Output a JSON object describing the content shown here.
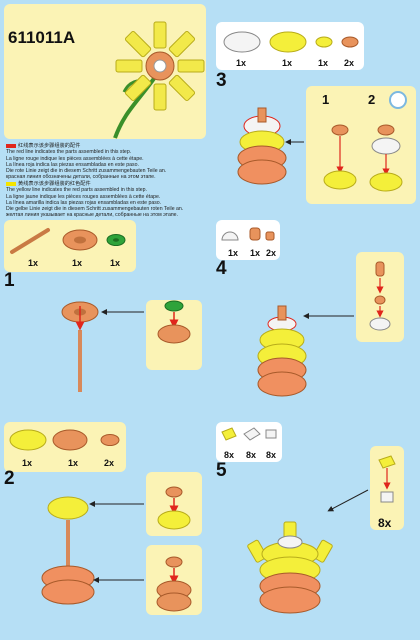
{
  "header": {
    "set_number": "611011A"
  },
  "legend": {
    "red_swatch_color": "#e0261c",
    "yellow_swatch_color": "#f5e400",
    "red_lines": [
      "红线表示该步骤组装的配件",
      "The red line indicates the parts assembled in this step.",
      "La ligne rouge indique les pièces assemblées à cette étape.",
      "La línea roja indica las piezas ensambladas en este paso.",
      "Die rote Linie zeigt die in diesem Schritt zusammengebauten Teile an.",
      "красная линия обозначены детали, собранные на этом этапе."
    ],
    "yellow_lines": [
      "黄线表示该步骤组装的红色配件",
      "The yellow line indicates the red parts assembled in this step.",
      "La ligne jaune indique les pièces rouges assemblées à cette étape.",
      "La línea amarilla indica las piezas rojas ensambladas en este paso.",
      "Die gelbe Linie zeigt die in diesem Schritt zusammengebauten roten Teile an.",
      "желтая линия указывает на красные детали, собранные на этом этапе."
    ]
  },
  "colors": {
    "background": "#b6dff5",
    "panel_yellow": "#fbf3b5",
    "part_orange": "#e8935c",
    "part_yellow": "#f4ef3a",
    "part_green": "#2fa33a",
    "part_white": "#f4f4f4",
    "arrow_red": "#e0261c"
  },
  "steps": {
    "s1": {
      "number": "1",
      "qty": [
        "1x",
        "1x",
        "1x"
      ]
    },
    "s2": {
      "number": "2",
      "qty": [
        "1x",
        "1x",
        "2x"
      ]
    },
    "s3": {
      "number": "3",
      "qty": [
        "1x",
        "1x",
        "1x",
        "2x"
      ],
      "sub1": "1",
      "sub2": "2"
    },
    "s4": {
      "number": "4",
      "qty": [
        "1x",
        "1x",
        "2x"
      ]
    },
    "s5": {
      "number": "5",
      "qty": [
        "8x",
        "8x",
        "8x"
      ],
      "callout_qty": "8x"
    }
  }
}
